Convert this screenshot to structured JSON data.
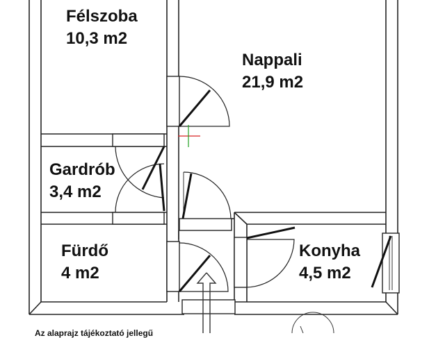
{
  "rooms": [
    {
      "name": "Félszoba",
      "area": "10,3 m2"
    },
    {
      "name": "Nappali",
      "area": "21,9 m2"
    },
    {
      "name": "Gardrób",
      "area": "3,4 m2"
    },
    {
      "name": "Fürdő",
      "area": "4 m2"
    },
    {
      "name": "Konyha",
      "area": "4,5 m2"
    }
  ],
  "footnote": "Az alaprajz tájékoztató jellegű",
  "colors": {
    "wall": "#222222",
    "marker_red": "#d62020",
    "marker_green": "#20a020"
  },
  "icons": [
    "entrance-arrow-icon",
    "crosshair-marker-icon",
    "compass-icon"
  ]
}
